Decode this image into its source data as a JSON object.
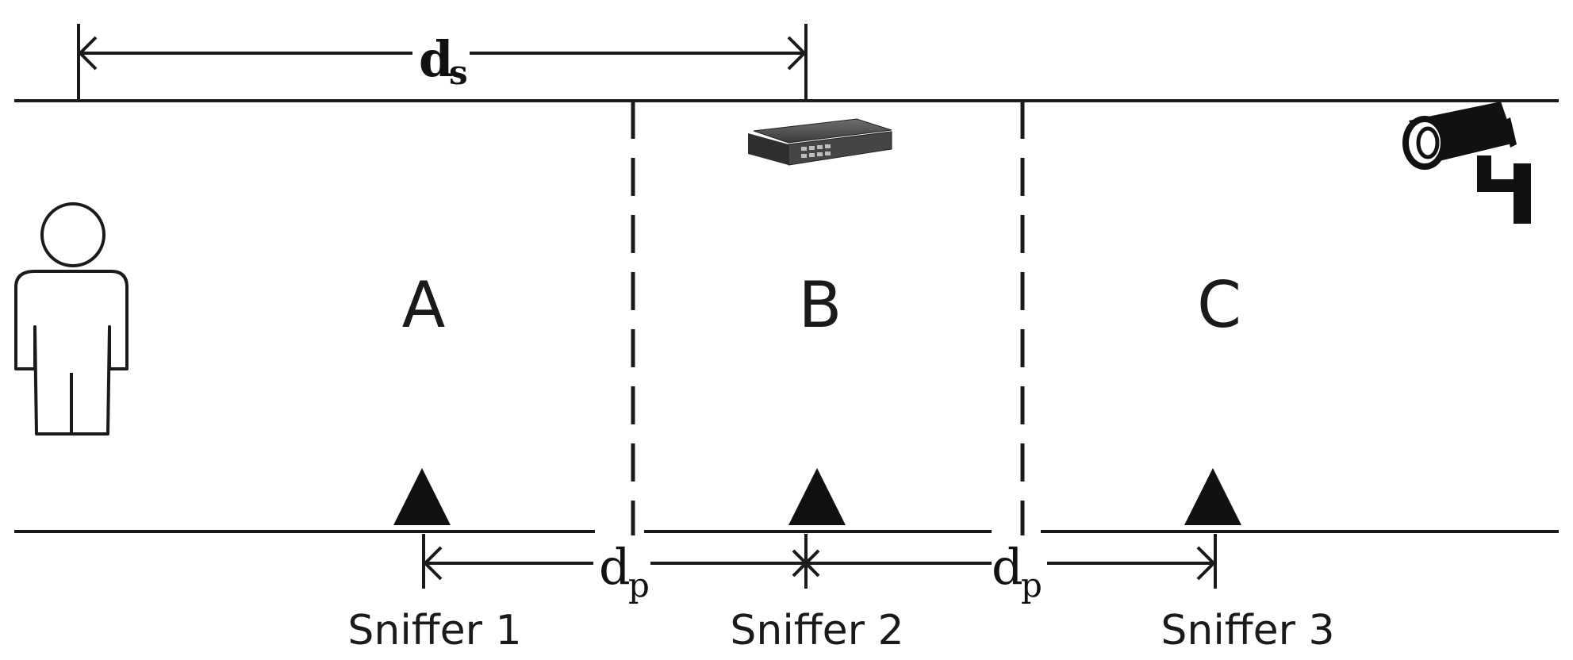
{
  "zones": [
    {
      "id": "A",
      "label": "A"
    },
    {
      "id": "B",
      "label": "B"
    },
    {
      "id": "C",
      "label": "C"
    }
  ],
  "sniffers": [
    {
      "label": "Sniffer 1"
    },
    {
      "label": "Sniffer 2"
    },
    {
      "label": "Sniffer 3"
    }
  ],
  "dimensions": {
    "ds": {
      "main": "d",
      "sub": "s"
    },
    "dp_1": {
      "main": "d",
      "sub": "p"
    },
    "dp_2": {
      "main": "d",
      "sub": "p"
    }
  },
  "icons": {
    "person": "person-icon",
    "switch": "network-switch-icon",
    "camera": "security-camera-icon",
    "sniffer_marker": "triangle-marker-icon"
  },
  "colors": {
    "line": "#1a1a1a",
    "background": "#ffffff"
  }
}
